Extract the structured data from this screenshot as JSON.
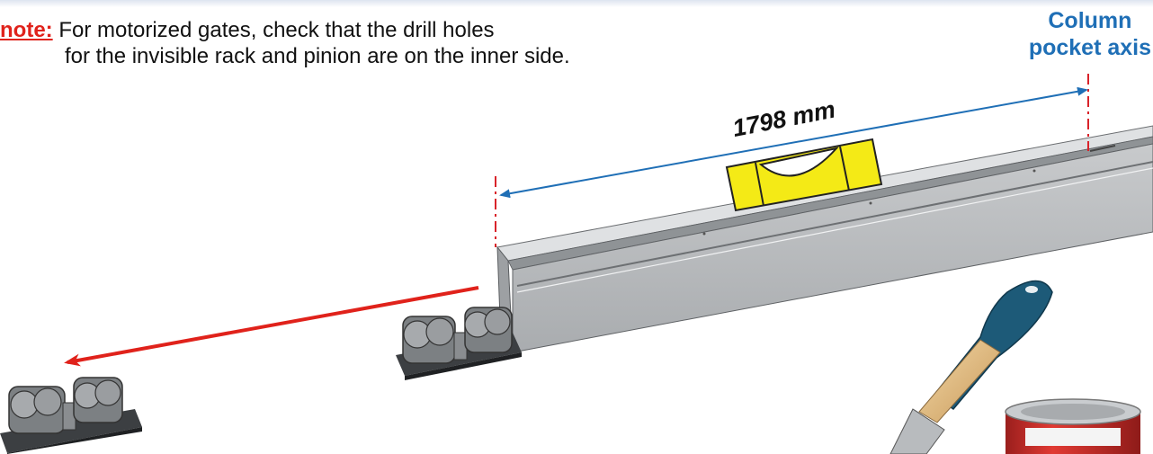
{
  "note": {
    "label": "note:",
    "line1": "For motorized gates, check that the drill holes",
    "line2": "for the invisible rack and pinion are on the inner side."
  },
  "axis_label": {
    "line1": "Column",
    "line2": "pocket axis"
  },
  "dimension": {
    "value": "1798 mm"
  },
  "colors": {
    "note_label": "#e0221b",
    "axis_label": "#1f6fb6",
    "dimension_arrow": "#1f6fb6",
    "move_arrow": "#e0221b",
    "axis_lines": "#d9232a",
    "level": "#f4ea16"
  }
}
